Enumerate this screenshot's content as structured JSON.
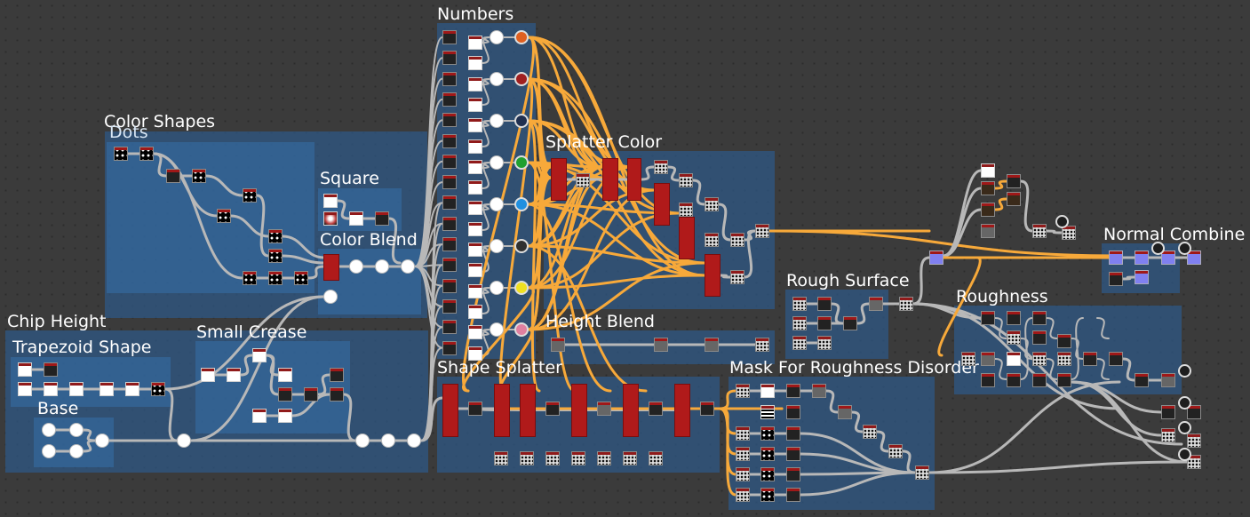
{
  "graph": {
    "frames": {
      "numbers": "Numbers",
      "color_shapes": "Color Shapes",
      "dots": "Dots",
      "square": "Square",
      "color_blend": "Color Blend",
      "splatter_color": "Splatter Color",
      "chip_height": "Chip Height",
      "trapezoid_shape": "Trapezoid Shape",
      "small_crease": "Small Crease",
      "base": "Base",
      "height_blend": "Height Blend",
      "shape_splatter": "Shape Splatter",
      "rough_surface": "Rough Surface",
      "mask_for_roughness_disorder": "Mask For Roughness Disorder",
      "normal_combine": "Normal Combine",
      "roughness": "Roughness"
    },
    "colors": {
      "canvas": "#3b3b3b",
      "frame": "#2e5682",
      "wire_gray": "#b8b8b8",
      "wire_orange": "#f7a93a",
      "node_header": "#a01818"
    },
    "number_dot_colors": [
      "#e06020",
      "#a02020",
      "#203050",
      "#20a030",
      "#2090e0",
      "#303030",
      "#f0e020",
      "#e080a0"
    ]
  }
}
